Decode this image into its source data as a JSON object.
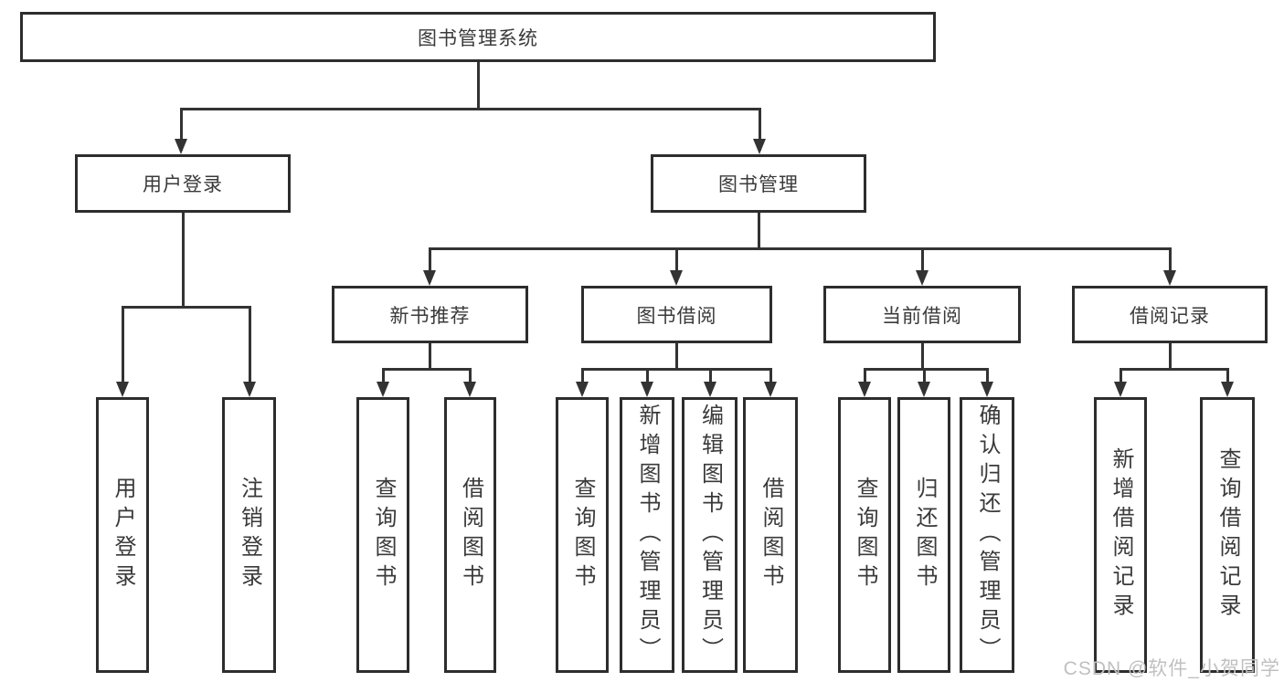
{
  "diagram_title": "图书管理系统",
  "watermark": "CSDN @软件_小贺同学",
  "tree": {
    "root": {
      "label": "图书管理系统"
    },
    "login": {
      "label": "用户登录",
      "children": [
        {
          "label": "用户登录"
        },
        {
          "label": "注销登录"
        }
      ]
    },
    "manage": {
      "label": "图书管理",
      "groups": [
        {
          "label": "新书推荐",
          "children": [
            {
              "label": "查询图书"
            },
            {
              "label": "借阅图书"
            }
          ]
        },
        {
          "label": "图书借阅",
          "children": [
            {
              "label": "查询图书"
            },
            {
              "label": "新增图书（管理员）"
            },
            {
              "label": "编辑图书（管理员）"
            },
            {
              "label": "借阅图书"
            }
          ]
        },
        {
          "label": "当前借阅",
          "children": [
            {
              "label": "查询图书"
            },
            {
              "label": "归还图书"
            },
            {
              "label": "确认归还（管理员）"
            }
          ]
        },
        {
          "label": "借阅记录",
          "children": [
            {
              "label": "新增借阅记录"
            },
            {
              "label": "查询借阅记录"
            }
          ]
        }
      ]
    }
  }
}
